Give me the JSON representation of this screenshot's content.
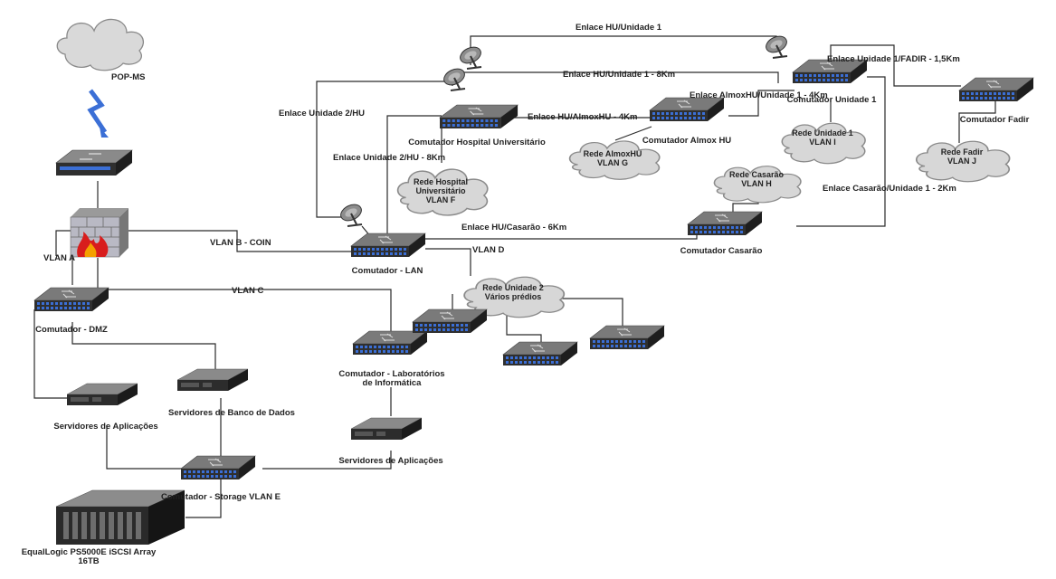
{
  "labels": {
    "pop_ms": "POP-MS",
    "vlan_a": "VLAN A",
    "vlan_b": "VLAN B - COIN",
    "vlan_c": "VLAN C",
    "vlan_d": "VLAN D",
    "comutador_dmz": "Comutador - DMZ",
    "comutador_lan": "Comutador - LAN",
    "comutador_hu": "Comutador Hospital Universitário",
    "comutador_almox": "Comutador Almox HU",
    "comutador_unidade1": "Comutador Unidade 1",
    "comutador_fadir": "Comutador Fadir",
    "comutador_casarao": "Comutador Casarão",
    "comutador_lab": "Comutador - Laboratórios de Informática",
    "comutador_storage": "Comutador - Storage VLAN E",
    "servidores_aplicacoes_1": "Servidores de Aplicações",
    "servidores_banco": "Servidores de Banco de Dados",
    "servidores_aplicacoes_2": "Servidores de Aplicações",
    "equallogic": "EqualLogic PS5000E iSCSI Array 16TB",
    "enlace_hu_un1": "Enlace HU/Unidade 1",
    "enlace_hu_un1_8km": "Enlace HU/Unidade 1 - 8Km",
    "enlace_un1_fadir": "Enlace Unidade 1/FADIR - 1,5Km",
    "enlace_almoxhu_un1": "Enlace AlmoxHU/Unidade 1 - 4Km",
    "enlace_hu_almoxhu": "Enlace HU/AlmoxHU - 4Km",
    "enlace_un2_hu": "Enlace Unidade 2/HU",
    "enlace_un2_hu_8km": "Enlace Unidade 2/HU - 8Km",
    "enlace_hu_casarao": "Enlace HU/Casarão - 6Km",
    "enlace_casarao_un1": "Enlace Casarão/Unidade 1 - 2Km"
  },
  "clouds": {
    "rede_hu": [
      "Rede Hospital",
      "Universitário",
      "VLAN F"
    ],
    "rede_almox": [
      "Rede AlmoxHU",
      "VLAN G"
    ],
    "rede_casarao": [
      "Rede Casarão",
      "VLAN H"
    ],
    "rede_unidade1": [
      "Rede Unidade 1",
      "VLAN I"
    ],
    "rede_fadir": [
      "Rede Fadir",
      "VLAN J"
    ],
    "rede_unidade2": [
      "Rede Unidade 2",
      "Vários prédios"
    ]
  },
  "colors": {
    "switch_body": "#3a3a3a",
    "switch_top": "#6d6d6d",
    "ports": "#3b6fd6",
    "cloud_fill": "#d7d7d7",
    "cloud_stroke": "#8a8a8a",
    "line": "#2a2a2a"
  },
  "icons": [
    "cloud-icon",
    "lightning-icon",
    "router-icon",
    "firewall-icon",
    "switch-icon",
    "satellite-dish-icon",
    "server-icon",
    "storage-array-icon"
  ]
}
